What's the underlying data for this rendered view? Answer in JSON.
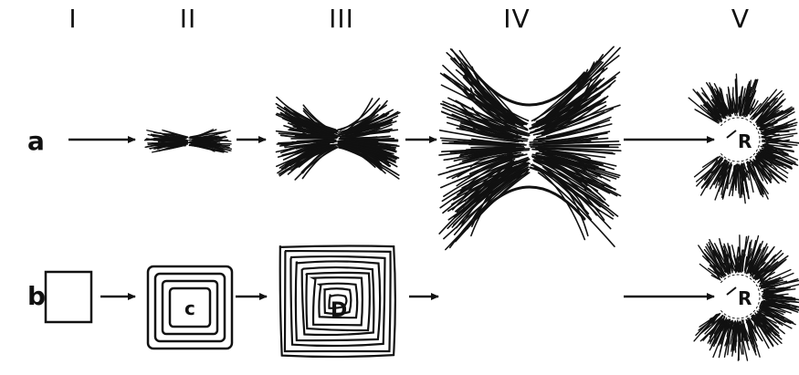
{
  "columns": [
    "I",
    "II",
    "III",
    "IV",
    "V"
  ],
  "rows": [
    "a",
    "b"
  ],
  "structure_labels": {
    "row_a_stage_v": "R",
    "row_b_stage_ii": "c",
    "row_b_stage_iii": "D",
    "row_b_stage_v": "R"
  },
  "colors": {
    "ink": "#111111",
    "background": "#ffffff"
  }
}
